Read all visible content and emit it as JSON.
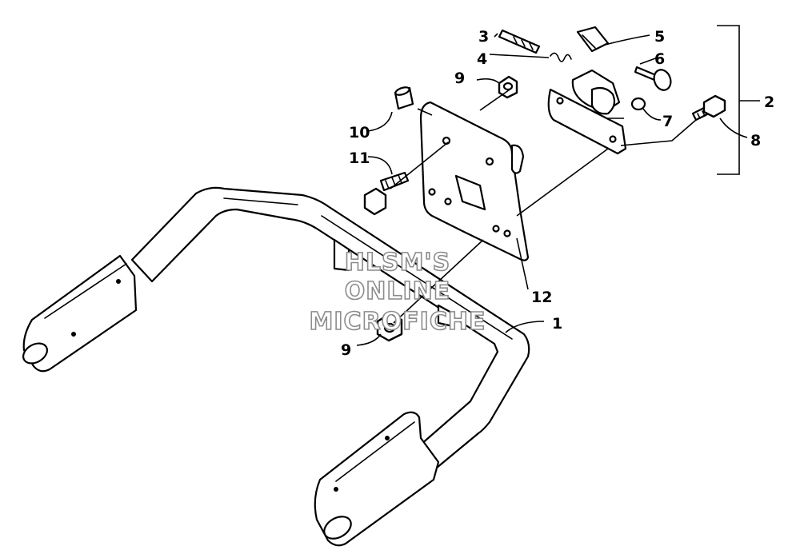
{
  "diagram": {
    "watermark": {
      "line1": "HLSM'S",
      "line2": "ONLINE",
      "line3": "MICROFICHE"
    },
    "callouts": {
      "c1": "1",
      "c2": "2",
      "c3": "3",
      "c4": "4",
      "c5": "5",
      "c6": "6",
      "c7": "7",
      "c8": "8",
      "c9a": "9",
      "c9b": "9",
      "c10": "10",
      "c11": "11",
      "c12": "12"
    },
    "colors": {
      "line": "#000000",
      "background": "#ffffff",
      "watermark_outline": "#8c8c8c"
    }
  }
}
